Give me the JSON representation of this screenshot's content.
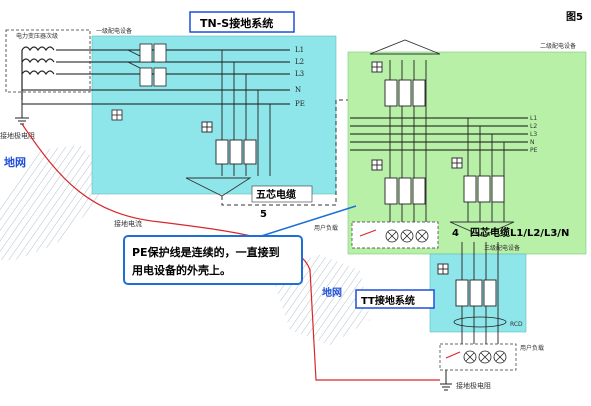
{
  "figure_label": "图5",
  "tns_title": "TN-S接地系统",
  "tt_title": "TT接地系统",
  "transformer_label": "电力变压器次级",
  "panel1_label": "一级配电设备",
  "panel2_label": "二级配电设备",
  "panel3_label": "三级配电设备",
  "lines1": [
    "L1",
    "L2",
    "L3",
    "N",
    "PE"
  ],
  "lines2": [
    "L1",
    "L2",
    "L3",
    "N",
    "PE"
  ],
  "ground_resistor_left": "接地极电阻",
  "ground_resistor_bottom": "接地极电阻",
  "earth_left": "地网",
  "earth_middle": "地网",
  "earth_current": "接地电流",
  "cable5_label": "五芯电缆",
  "cable5_num": "5",
  "cable4_label": "四芯电缆L1/L2/L3/N",
  "cable4_num": "4",
  "user_load_1": "用户负载",
  "user_load_2": "用户负载",
  "rcd_label": "RCD",
  "callout_text_line1": "PE保护线是连续的，一直接到",
  "callout_text_line2": "用电设备的外壳上。",
  "colors": {
    "panel1": "#8fe6ea",
    "panel2": "#b8f0a8",
    "panel3": "#8fe6ea",
    "earth_line": "#d9262a",
    "callout_border": "#1f6fd8",
    "title_border": "#1f4fd8",
    "text_blue": "#1f4fd8"
  }
}
